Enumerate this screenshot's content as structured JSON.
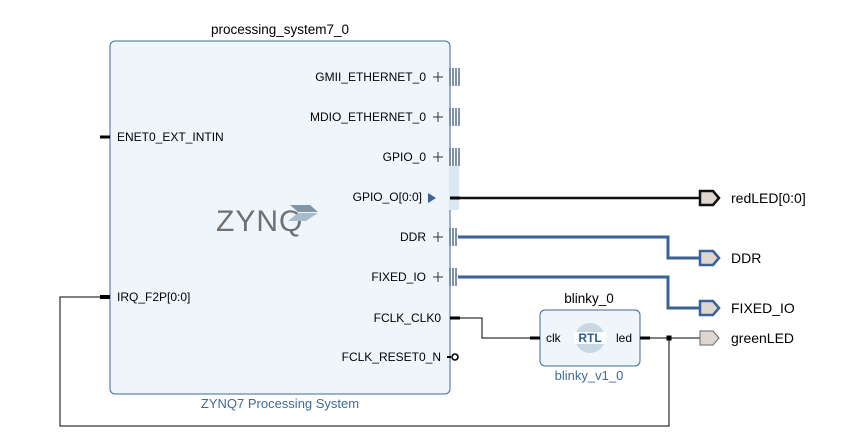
{
  "colors": {
    "block_fill": "#eef5fb",
    "block_stroke": "#3d6a9a",
    "bus_wire": "#3a6296",
    "signal_wire": "#000000",
    "port_fill": "#ded6d0",
    "footer_text": "#3f6a9a"
  },
  "ps_block": {
    "instance_name": "processing_system7_0",
    "footer": "ZYNQ7 Processing System",
    "logo_text": "ZYNQ",
    "logo_icon": "zynq-logo-icon",
    "left_ports": {
      "enet0_ext_intin": "ENET0_EXT_INTIN",
      "irq_f2p": "IRQ_F2P[0:0]"
    },
    "right_ports": {
      "gmii_ethernet_0": "GMII_ETHERNET_0",
      "mdio_ethernet_0": "MDIO_ETHERNET_0",
      "gpio_0": "GPIO_0",
      "gpio_o": "GPIO_O[0:0]",
      "ddr": "DDR",
      "fixed_io": "FIXED_IO",
      "fclk_clk0": "FCLK_CLK0",
      "fclk_reset0_n": "FCLK_RESET0_N"
    }
  },
  "rtl_block": {
    "instance_name": "blinky_0",
    "footer": "blinky_v1_0",
    "badge": "RTL",
    "ports": {
      "clk": "clk",
      "led": "led"
    }
  },
  "external_ports": {
    "red_led": "redLED[0:0]",
    "ddr": "DDR",
    "fixed_io": "FIXED_IO",
    "green_led": "greenLED"
  }
}
